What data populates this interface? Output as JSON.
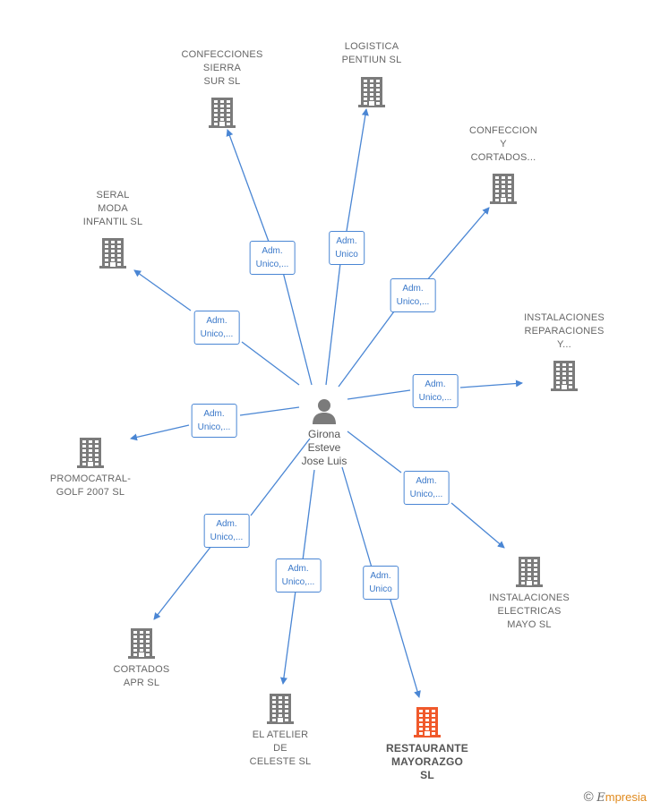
{
  "center": {
    "name": "Girona\nEsteve\nJose Luis"
  },
  "colors": {
    "edge": "#4a86d4",
    "building": "#7b7b7b",
    "highlight": "#f0592b"
  },
  "companies": [
    {
      "id": "confecciones-sierra-sur",
      "name": "CONFECCIONES\nSIERRA\nSUR  SL",
      "relation": "Adm.\nUnico,..."
    },
    {
      "id": "logistica-pentiun",
      "name": "LOGISTICA\nPENTIUN  SL",
      "relation": "Adm.\nUnico"
    },
    {
      "id": "confeccion-y-cortados",
      "name": "CONFECCION\nY\nCORTADOS...",
      "relation": "Adm.\nUnico,..."
    },
    {
      "id": "seral-moda-infantil",
      "name": "SERAL\nMODA\nINFANTIL SL",
      "relation": "Adm.\nUnico,..."
    },
    {
      "id": "instalaciones-reparaciones",
      "name": "INSTALACIONES\nREPARACIONES\nY...",
      "relation": "Adm.\nUnico,..."
    },
    {
      "id": "promocatral-golf",
      "name": "PROMOCATRAL-\nGOLF 2007 SL",
      "relation": "Adm.\nUnico,..."
    },
    {
      "id": "instalaciones-electricas-mayo",
      "name": "INSTALACIONES\nELECTRICAS\nMAYO  SL",
      "relation": "Adm.\nUnico,..."
    },
    {
      "id": "cortados-apr",
      "name": "CORTADOS\nAPR  SL",
      "relation": "Adm.\nUnico,..."
    },
    {
      "id": "el-atelier-de-celeste",
      "name": "EL ATELIER\nDE\nCELESTE SL",
      "relation": "Adm.\nUnico,..."
    },
    {
      "id": "restaurante-mayorazgo",
      "name": "RESTAURANTE\nMAYORAZGO\nSL",
      "relation": "Adm.\nUnico",
      "highlight": true
    }
  ],
  "footer": {
    "copyright": "©",
    "brand_initial": "E",
    "brand_rest": "mpresia"
  }
}
